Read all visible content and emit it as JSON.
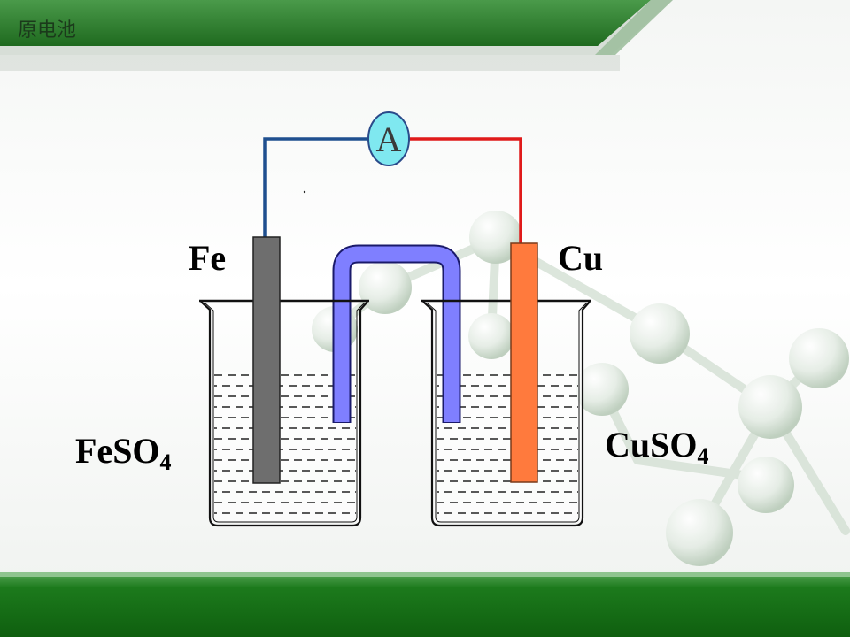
{
  "header": {
    "title": "原电池"
  },
  "diagram": {
    "ammeter_label": "A",
    "left_electrode": "Fe",
    "right_electrode": "Cu",
    "left_solution": {
      "base": "FeSO",
      "subscript": "4"
    },
    "right_solution": {
      "base": "CuSO",
      "subscript": "4"
    }
  },
  "colors": {
    "header_green": "#2f7a2f",
    "footer_green": "#1a7a1a",
    "wire_left": "#1f4f8f",
    "wire_right": "#e01a1a",
    "ammeter_fill": "#7fe8f0",
    "iron_rod": "#6e6e6e",
    "copper_rod": "#ff7a3d",
    "salt_bridge": "#7f7fff"
  }
}
